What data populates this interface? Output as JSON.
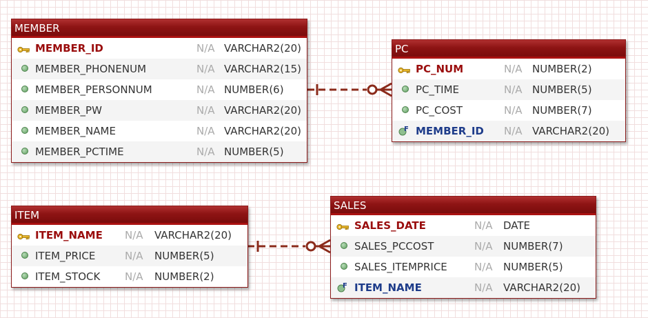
{
  "entities": {
    "member": {
      "title": "MEMBER",
      "rows": [
        {
          "name": "MEMBER_ID",
          "null": "N/A",
          "type": "VARCHAR2(20)",
          "kind": "pk",
          "icon": "key-icon"
        },
        {
          "name": "MEMBER_PHONENUM",
          "null": "N/A",
          "type": "VARCHAR2(15)",
          "kind": "col",
          "icon": "column-dot-icon"
        },
        {
          "name": "MEMBER_PERSONNUM",
          "null": "N/A",
          "type": "NUMBER(6)",
          "kind": "col",
          "icon": "column-dot-icon"
        },
        {
          "name": "MEMBER_PW",
          "null": "N/A",
          "type": "VARCHAR2(20)",
          "kind": "col",
          "icon": "column-dot-icon"
        },
        {
          "name": "MEMBER_NAME",
          "null": "N/A",
          "type": "VARCHAR2(20)",
          "kind": "col",
          "icon": "column-dot-icon"
        },
        {
          "name": "MEMBER_PCTIME",
          "null": "N/A",
          "type": "NUMBER(5)",
          "kind": "col",
          "icon": "column-dot-icon"
        }
      ]
    },
    "pc": {
      "title": "PC",
      "rows": [
        {
          "name": "PC_NUM",
          "null": "N/A",
          "type": "NUMBER(2)",
          "kind": "pk",
          "icon": "key-icon"
        },
        {
          "name": "PC_TIME",
          "null": "N/A",
          "type": "NUMBER(5)",
          "kind": "col",
          "icon": "column-dot-icon"
        },
        {
          "name": "PC_COST",
          "null": "N/A",
          "type": "NUMBER(7)",
          "kind": "col",
          "icon": "column-dot-icon"
        },
        {
          "name": "MEMBER_ID",
          "null": "N/A",
          "type": "VARCHAR2(20)",
          "kind": "fk",
          "icon": "foreign-key-icon"
        }
      ]
    },
    "item": {
      "title": "ITEM",
      "rows": [
        {
          "name": "ITEM_NAME",
          "null": "N/A",
          "type": "VARCHAR2(20)",
          "kind": "pk",
          "icon": "key-icon"
        },
        {
          "name": "ITEM_PRICE",
          "null": "N/A",
          "type": "NUMBER(5)",
          "kind": "col",
          "icon": "column-dot-icon"
        },
        {
          "name": "ITEM_STOCK",
          "null": "N/A",
          "type": "NUMBER(2)",
          "kind": "col",
          "icon": "column-dot-icon"
        }
      ]
    },
    "sales": {
      "title": "SALES",
      "rows": [
        {
          "name": "SALES_DATE",
          "null": "N/A",
          "type": "DATE",
          "kind": "pk",
          "icon": "key-icon"
        },
        {
          "name": "SALES_PCCOST",
          "null": "N/A",
          "type": "NUMBER(7)",
          "kind": "col",
          "icon": "column-dot-icon"
        },
        {
          "name": "SALES_ITEMPRICE",
          "null": "N/A",
          "type": "NUMBER(5)",
          "kind": "col",
          "icon": "column-dot-icon"
        },
        {
          "name": "ITEM_NAME",
          "null": "N/A",
          "type": "VARCHAR2(20)",
          "kind": "fk",
          "icon": "foreign-key-icon"
        }
      ]
    }
  },
  "relationships": [
    {
      "from": "MEMBER",
      "to": "PC",
      "notation": "one-to-zero-or-many",
      "style": "dashed"
    },
    {
      "from": "ITEM",
      "to": "SALES",
      "notation": "one-to-zero-or-many",
      "style": "dashed"
    }
  ],
  "colors": {
    "header": "#8e1414",
    "pk_text": "#9a0d0d",
    "fk_text": "#1e3c8a",
    "relationship": "#8b2a1a",
    "grid": "#f1dede"
  }
}
